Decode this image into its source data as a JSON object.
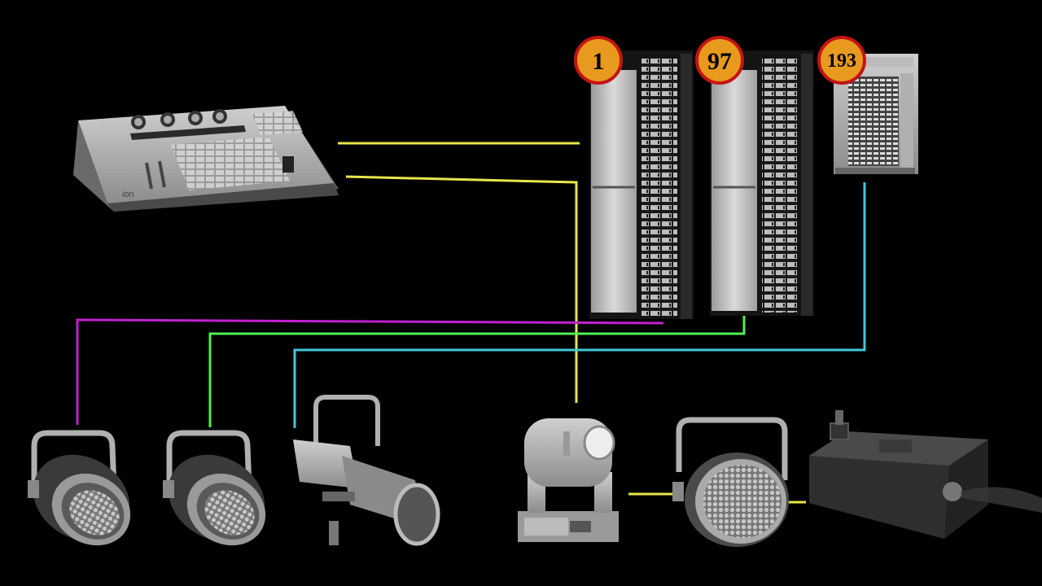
{
  "dimmers": [
    {
      "label": "1"
    },
    {
      "label": "97"
    },
    {
      "label": "193"
    }
  ],
  "console": {
    "brand": "ion"
  },
  "colors": {
    "background": "#000000",
    "dmx_yellow": "#e8e64a",
    "universe1_magenta": "#c020d0",
    "universe2_green": "#50f050",
    "universe3_cyan": "#40c8d8",
    "badge_fill": "#e89a1e",
    "badge_ring": "#c41414"
  }
}
